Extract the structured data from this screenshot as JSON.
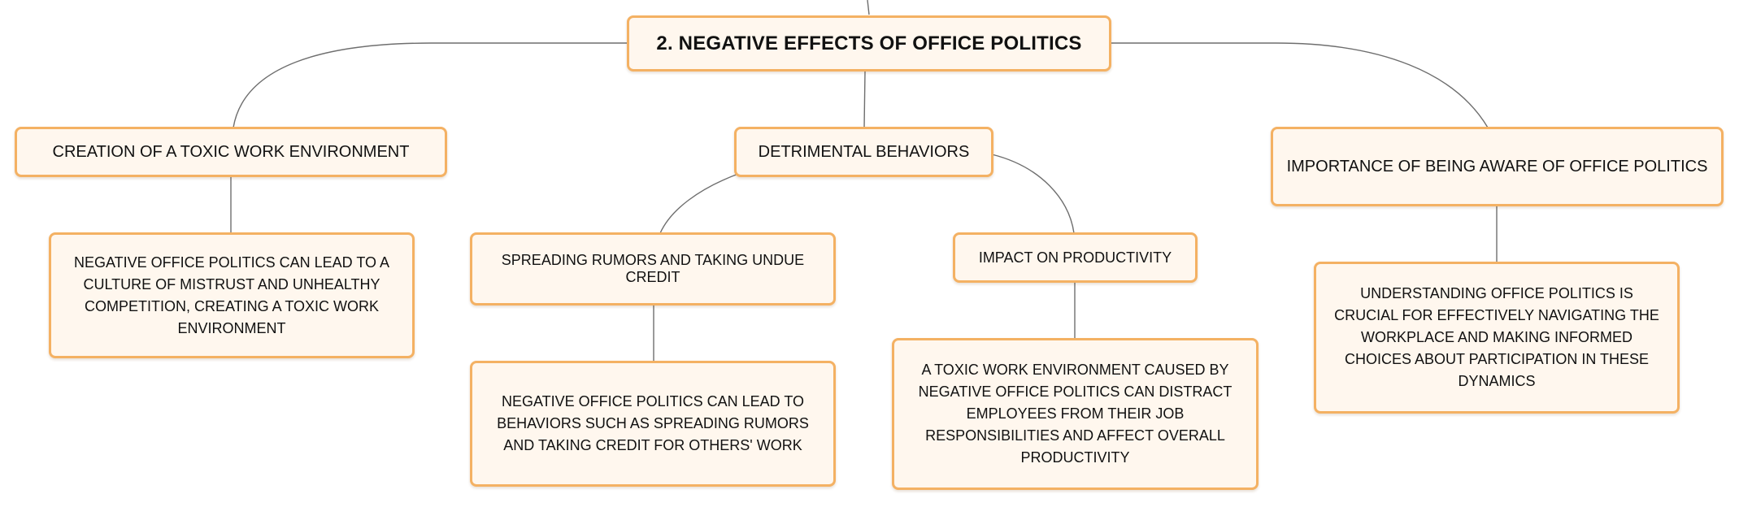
{
  "diagram": {
    "root": {
      "label": "2. NEGATIVE EFFECTS OF OFFICE POLITICS"
    },
    "branches": {
      "toxic_environment": {
        "label": "CREATION OF A TOXIC WORK ENVIRONMENT",
        "detail": "NEGATIVE OFFICE POLITICS CAN LEAD TO A CULTURE OF MISTRUST AND UNHEALTHY COMPETITION, CREATING A TOXIC WORK ENVIRONMENT"
      },
      "detrimental_behaviors": {
        "label": "DETRIMENTAL BEHAVIORS",
        "children": {
          "rumors": {
            "label": "SPREADING RUMORS AND TAKING UNDUE CREDIT",
            "detail": "NEGATIVE OFFICE POLITICS CAN LEAD TO BEHAVIORS SUCH AS SPREADING RUMORS AND TAKING CREDIT FOR OTHERS' WORK"
          },
          "productivity": {
            "label": "IMPACT ON PRODUCTIVITY",
            "detail": "A TOXIC WORK ENVIRONMENT CAUSED BY NEGATIVE OFFICE POLITICS CAN DISTRACT EMPLOYEES FROM THEIR JOB RESPONSIBILITIES AND AFFECT OVERALL PRODUCTIVITY"
          }
        }
      },
      "awareness": {
        "label": "IMPORTANCE OF BEING AWARE OF OFFICE POLITICS",
        "detail": "UNDERSTANDING OFFICE POLITICS IS CRUCIAL FOR EFFECTIVELY NAVIGATING THE WORKPLACE AND MAKING INFORMED CHOICES ABOUT PARTICIPATION IN THESE DYNAMICS"
      }
    },
    "colors": {
      "node_fill": "#fff7ee",
      "node_border": "#f4b163",
      "connector": "#6e6e6e",
      "text": "#111111"
    }
  }
}
